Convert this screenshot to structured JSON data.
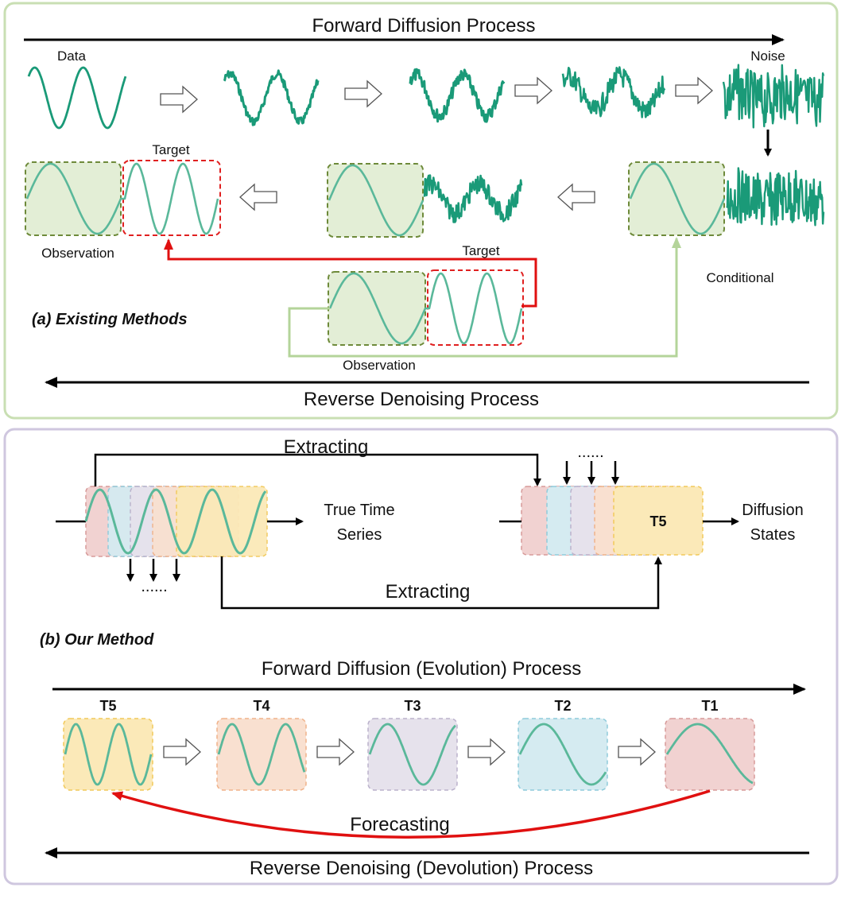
{
  "panel_a": {
    "forward_title": "Forward Diffusion Process",
    "reverse_title": "Reverse Denoising Process",
    "data_label": "Data",
    "noise_label": "Noise",
    "target_label_left": "Target",
    "observation_label_left": "Observation",
    "target_label_center": "Target",
    "observation_label_center": "Observation",
    "conditional_label": "Conditional",
    "caption": "(a) Existing Methods"
  },
  "panel_b": {
    "extracting_top": "Extracting",
    "extracting_bottom": "Extracting",
    "dots_top": "......",
    "dots_bottom": "......",
    "true_series_line1": "True Time",
    "true_series_line2": "Series",
    "diffusion_states_line1": "Diffusion",
    "diffusion_states_line2": "States",
    "t5_block": "T5",
    "caption": "(b) Our Method",
    "forward_title": "Forward Diffusion (Evolution) Process",
    "reverse_title": "Reverse Denoising (Devolution) Process",
    "forecasting": "Forecasting",
    "stages": [
      {
        "label": "T5",
        "color": "#fbe9b8",
        "stroke": "#f1c95a"
      },
      {
        "label": "T4",
        "color": "#f9e0d0",
        "stroke": "#f0b28a"
      },
      {
        "label": "T3",
        "color": "#e6e2ec",
        "stroke": "#bbb2cc"
      },
      {
        "label": "T2",
        "color": "#d5ebf1",
        "stroke": "#8fcbdb"
      },
      {
        "label": "T1",
        "color": "#f1d2d1",
        "stroke": "#d79a99"
      }
    ]
  },
  "colors": {
    "wave": "#1a9a78",
    "wave_light": "#5ab89a",
    "obs_fill": "#e3eed6",
    "obs_stroke": "#6e8a3a",
    "target_stroke": "#e02020",
    "panel_a_border": "#c9dfb3",
    "panel_b_border": "#cfc7df",
    "red_arrow": "#e01010",
    "green_line": "#b4d49a"
  }
}
